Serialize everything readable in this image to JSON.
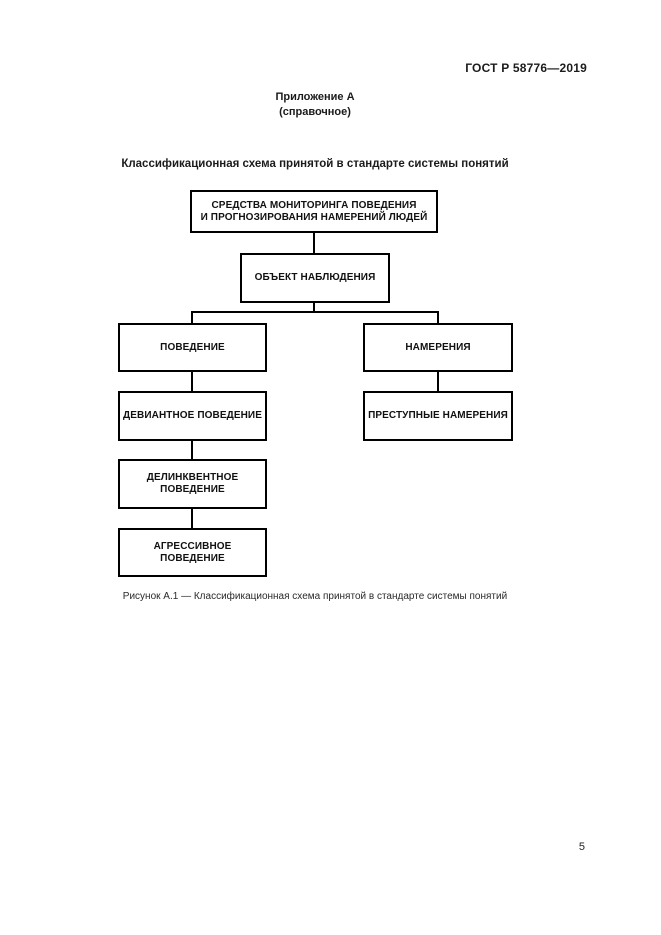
{
  "colors": {
    "paper": "#ffffff",
    "ink": "#1b1b1b",
    "line": "#000000"
  },
  "header": {
    "doc_code": "ГОСТ Р 58776—2019"
  },
  "annex": {
    "title": "Приложение А",
    "subtitle": "(справочное)"
  },
  "figure": {
    "title": "Классификационная схема принятой в стандарте системы понятий",
    "caption": "Рисунок А.1 — Классификационная схема принятой в стандарте системы понятий"
  },
  "diagram": {
    "nodes": {
      "root": "СРЕДСТВА МОНИТОРИНГА ПОВЕДЕНИЯ\nИ ПРОГНОЗИРОВАНИЯ НАМЕРЕНИЙ ЛЮДЕЙ",
      "observation_object": "ОБЪЕКТ НАБЛЮДЕНИЯ",
      "behavior": "ПОВЕДЕНИЕ",
      "intentions": "НАМЕРЕНИЯ",
      "deviant_behavior": "ДЕВИАНТНОЕ ПОВЕДЕНИЕ",
      "criminal_intentions": "ПРЕСТУПНЫЕ НАМЕРЕНИЯ",
      "delinquent_behavior": "ДЕЛИНКВЕНТНОЕ\nПОВЕДЕНИЕ",
      "aggressive_behavior": "АГРЕССИВНОЕ\nПОВЕДЕНИЕ"
    },
    "edges": [
      [
        "root",
        "observation_object"
      ],
      [
        "observation_object",
        "behavior"
      ],
      [
        "observation_object",
        "intentions"
      ],
      [
        "behavior",
        "deviant_behavior"
      ],
      [
        "intentions",
        "criminal_intentions"
      ],
      [
        "deviant_behavior",
        "delinquent_behavior"
      ],
      [
        "delinquent_behavior",
        "aggressive_behavior"
      ]
    ]
  },
  "footer": {
    "page_number": "5"
  }
}
